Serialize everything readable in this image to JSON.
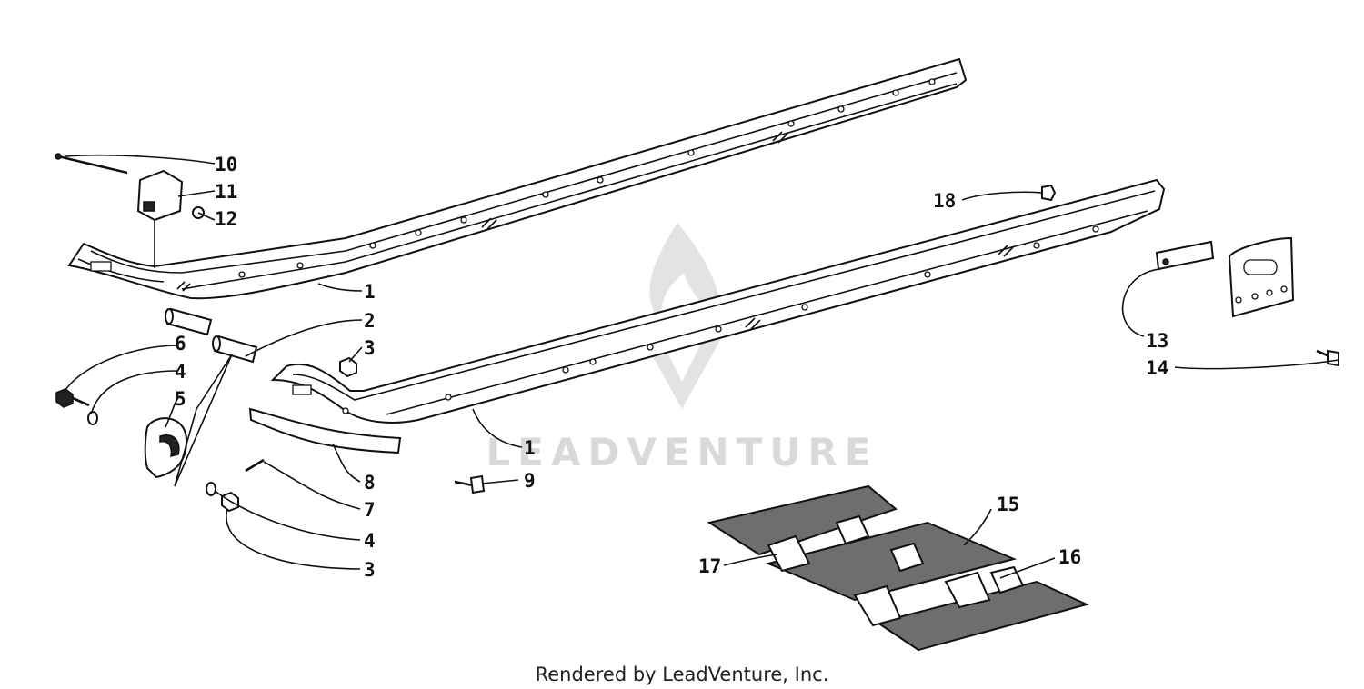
{
  "footer": {
    "text": "Rendered by LeadVenture, Inc."
  },
  "watermark": {
    "text": "LEADVENTURE"
  },
  "callouts": [
    {
      "label": "10"
    },
    {
      "label": "11"
    },
    {
      "label": "12"
    },
    {
      "label": "1"
    },
    {
      "label": "2"
    },
    {
      "label": "3"
    },
    {
      "label": "6"
    },
    {
      "label": "4"
    },
    {
      "label": "5"
    },
    {
      "label": "18"
    },
    {
      "label": "13"
    },
    {
      "label": "14"
    },
    {
      "label": "1"
    },
    {
      "label": "9"
    },
    {
      "label": "8"
    },
    {
      "label": "7"
    },
    {
      "label": "4"
    },
    {
      "label": "3"
    },
    {
      "label": "15"
    },
    {
      "label": "16"
    },
    {
      "label": "17"
    }
  ]
}
